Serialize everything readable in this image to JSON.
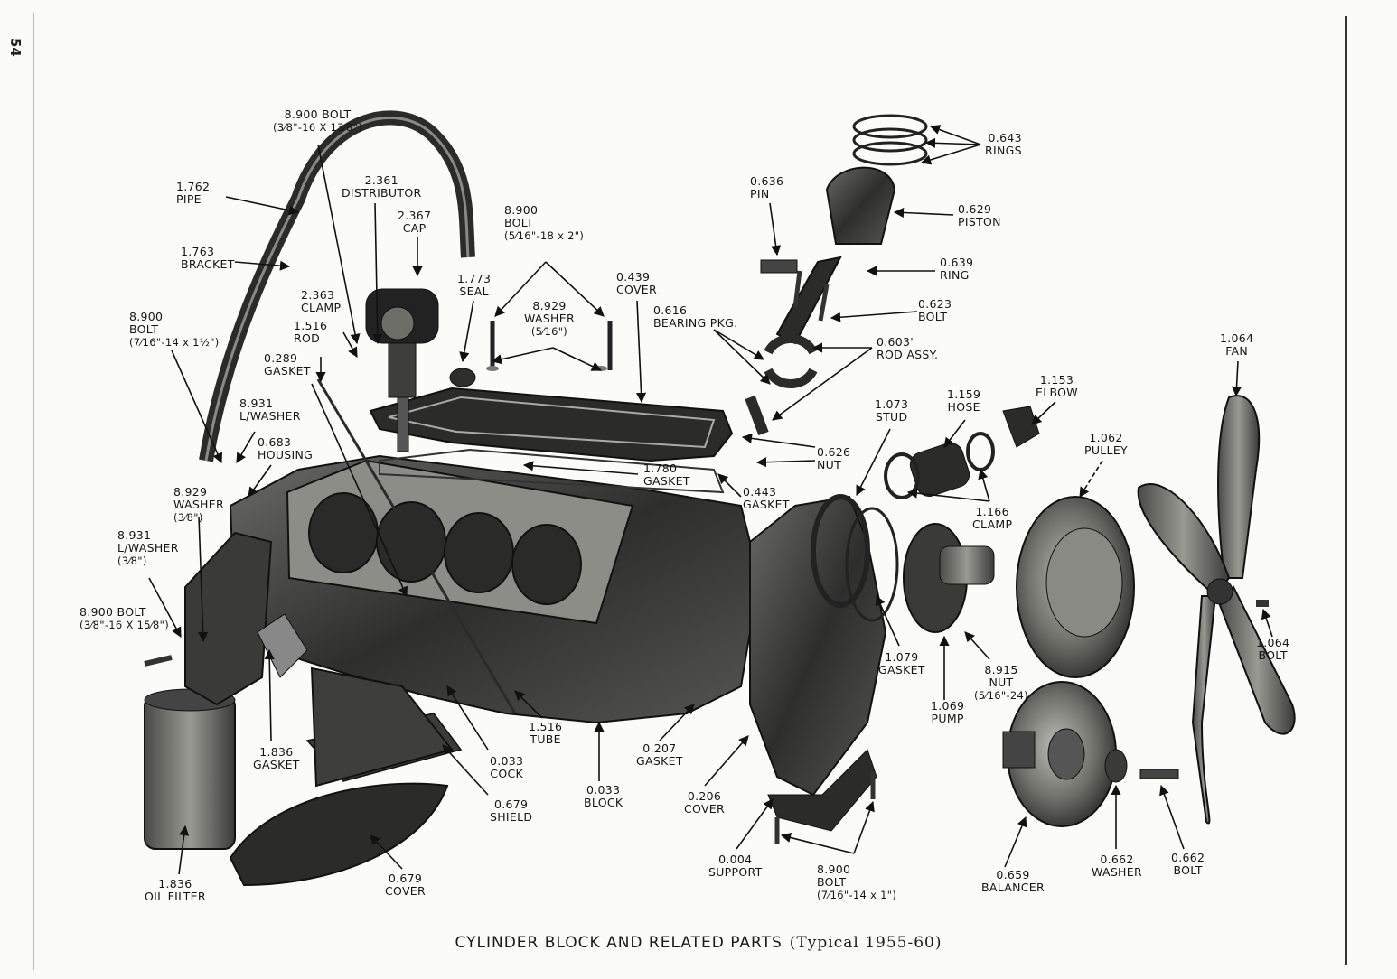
{
  "page_number": "54",
  "caption": {
    "main": "CYLINDER BLOCK AND RELATED PARTS",
    "sub": "(Typical 1955-60)"
  },
  "labels": [
    {
      "id": "bolt-top",
      "num": "8.900 BOLT",
      "name": "",
      "spec": "(3⁄8\"-16 X 13⁄8\")"
    },
    {
      "id": "pipe",
      "num": "1.762",
      "name": "PIPE",
      "spec": ""
    },
    {
      "id": "distributor",
      "num": "2.361",
      "name": "DISTRIBUTOR",
      "spec": ""
    },
    {
      "id": "cap",
      "num": "2.367",
      "name": "CAP",
      "spec": ""
    },
    {
      "id": "bracket",
      "num": "1.763",
      "name": "BRACKET",
      "spec": ""
    },
    {
      "id": "bolt-mid",
      "num": "8.900",
      "name": "BOLT",
      "spec": "(5⁄16\"-18 x 2\")"
    },
    {
      "id": "seal",
      "num": "1.773",
      "name": "SEAL",
      "spec": ""
    },
    {
      "id": "cover-439",
      "num": "0.439",
      "name": "COVER",
      "spec": ""
    },
    {
      "id": "clamp-2363",
      "num": "2.363",
      "name": "CLAMP",
      "spec": ""
    },
    {
      "id": "washer-8929a",
      "num": "8.929",
      "name": "WASHER",
      "spec": "(5⁄16\")"
    },
    {
      "id": "bolt-left",
      "num": "8.900",
      "name": "BOLT",
      "spec": "(7⁄16\"-14 x 1½\")"
    },
    {
      "id": "rod-1516",
      "num": "1.516",
      "name": "ROD",
      "spec": ""
    },
    {
      "id": "gasket-289",
      "num": "0.289",
      "name": "GASKET",
      "spec": ""
    },
    {
      "id": "lwasher-8931a",
      "num": "8.931",
      "name": "L/WASHER",
      "spec": ""
    },
    {
      "id": "housing",
      "num": "0.683",
      "name": "HOUSING",
      "spec": ""
    },
    {
      "id": "washer-8929b",
      "num": "8.929",
      "name": "WASHER",
      "spec": "(3⁄8\")"
    },
    {
      "id": "lwasher-8931b",
      "num": "8.931",
      "name": "L/WASHER",
      "spec": "(3⁄8\")"
    },
    {
      "id": "bolt-lower-left",
      "num": "8.900 BOLT",
      "name": "",
      "spec": "(3⁄8\"-16 X 15⁄8\")"
    },
    {
      "id": "gasket-1780",
      "num": "1.780",
      "name": "GASKET",
      "spec": ""
    },
    {
      "id": "gasket-443",
      "num": "0.443",
      "name": "GASKET",
      "spec": ""
    },
    {
      "id": "rings",
      "num": "0.643",
      "name": "RINGS",
      "spec": ""
    },
    {
      "id": "pin",
      "num": "0.636",
      "name": "PIN",
      "spec": ""
    },
    {
      "id": "piston",
      "num": "0.629",
      "name": "PISTON",
      "spec": ""
    },
    {
      "id": "ring-639",
      "num": "0.639",
      "name": "RING",
      "spec": ""
    },
    {
      "id": "bearing",
      "num": "0.616",
      "name": "BEARING PKG.",
      "spec": ""
    },
    {
      "id": "bolt-623",
      "num": "0.623",
      "name": "BOLT",
      "spec": ""
    },
    {
      "id": "rod-assy",
      "num": "0.603'",
      "name": "ROD ASSY.",
      "spec": ""
    },
    {
      "id": "nut-626",
      "num": "0.626",
      "name": "NUT",
      "spec": ""
    },
    {
      "id": "stud",
      "num": "1.073",
      "name": "STUD",
      "spec": ""
    },
    {
      "id": "hose",
      "num": "1.159",
      "name": "HOSE",
      "spec": ""
    },
    {
      "id": "elbow",
      "num": "1.153",
      "name": "ELBOW",
      "spec": ""
    },
    {
      "id": "fan",
      "num": "1.064",
      "name": "FAN",
      "spec": ""
    },
    {
      "id": "pulley",
      "num": "1.062",
      "name": "PULLEY",
      "spec": ""
    },
    {
      "id": "clamp-1166",
      "num": "1.166",
      "name": "CLAMP",
      "spec": ""
    },
    {
      "id": "gasket-1079",
      "num": "1.079",
      "name": "GASKET",
      "spec": ""
    },
    {
      "id": "nut-8915",
      "num": "8.915",
      "name": "NUT",
      "spec": "(5⁄16\"-24)"
    },
    {
      "id": "pump",
      "num": "1.069",
      "name": "PUMP",
      "spec": ""
    },
    {
      "id": "bolt-1064",
      "num": "1.064",
      "name": "BOLT",
      "spec": ""
    },
    {
      "id": "tube",
      "num": "1.516",
      "name": "TUBE",
      "spec": ""
    },
    {
      "id": "gasket-207",
      "num": "0.207",
      "name": "GASKET",
      "spec": ""
    },
    {
      "id": "gasket-1836",
      "num": "1.836",
      "name": "GASKET",
      "spec": ""
    },
    {
      "id": "cock",
      "num": "0.033",
      "name": "COCK",
      "spec": ""
    },
    {
      "id": "block",
      "num": "0.033",
      "name": "BLOCK",
      "spec": ""
    },
    {
      "id": "shield",
      "num": "0.679",
      "name": "SHIELD",
      "spec": ""
    },
    {
      "id": "cover-206",
      "num": "0.206",
      "name": "COVER",
      "spec": ""
    },
    {
      "id": "support",
      "num": "0.004",
      "name": "SUPPORT",
      "spec": ""
    },
    {
      "id": "bolt-bottom",
      "num": "8.900",
      "name": "BOLT",
      "spec": "(7⁄16\"-14 x 1\")"
    },
    {
      "id": "balancer",
      "num": "0.659",
      "name": "BALANCER",
      "spec": ""
    },
    {
      "id": "washer-662",
      "num": "0.662",
      "name": "WASHER",
      "spec": ""
    },
    {
      "id": "bolt-662",
      "num": "0.662",
      "name": "BOLT",
      "spec": ""
    },
    {
      "id": "oil-filter",
      "num": "1.836",
      "name": "OIL FILTER",
      "spec": ""
    },
    {
      "id": "cover-679",
      "num": "0.679",
      "name": "COVER",
      "spec": ""
    }
  ]
}
